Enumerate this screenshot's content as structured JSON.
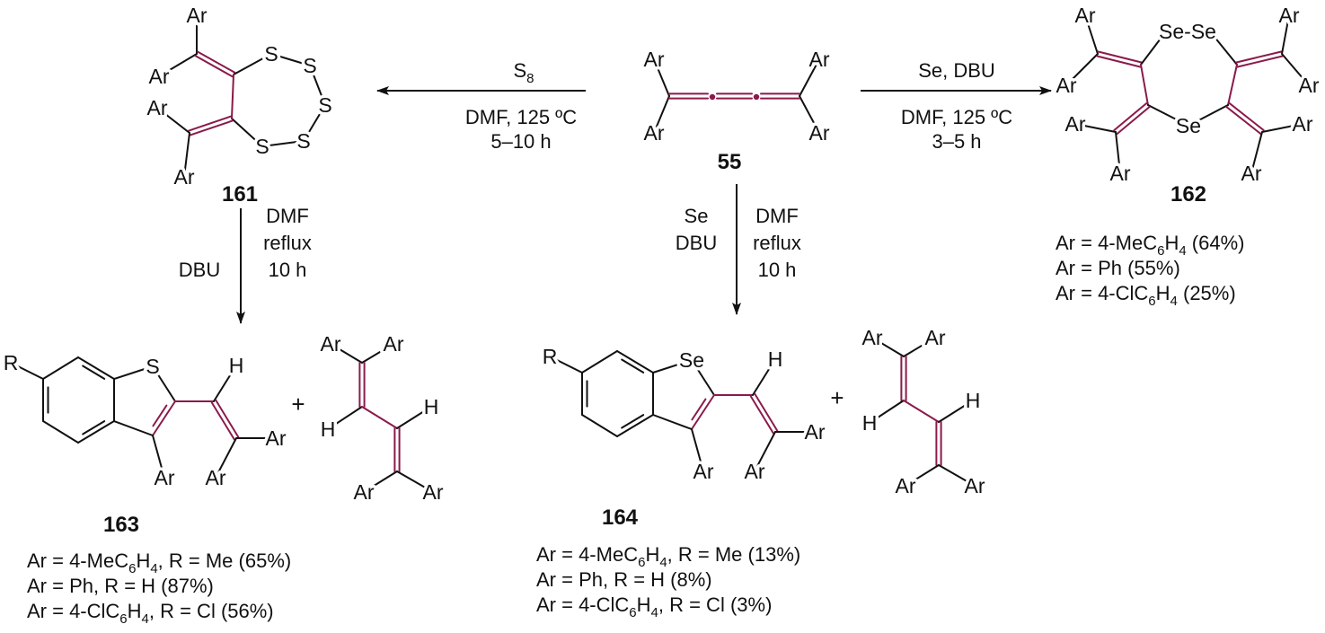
{
  "atoms": {
    "ar": "Ar",
    "s": "S",
    "se": "Se",
    "h": "H",
    "r": "R",
    "se_se": "Se-Se"
  },
  "colors": {
    "highlight_bond": "#8a1a4a",
    "text": "#111111"
  },
  "plus_sign": "+",
  "compounds": {
    "c55": "55",
    "c161": "161",
    "c162": "162",
    "c163": "163",
    "c164": "164"
  },
  "reactions": {
    "to_161": {
      "reagent": "S8",
      "line2": "DMF, 125 ºC",
      "line3": "5–10 h"
    },
    "to_162": {
      "reagent": "Se, DBU",
      "line2": "DMF, 125 ºC",
      "line3": "3–5 h"
    },
    "to_163": {
      "left": "DBU",
      "right": [
        "DMF",
        "reflux",
        "10 h"
      ]
    },
    "to_164": {
      "left": [
        "Se",
        "DBU"
      ],
      "right": [
        "DMF",
        "reflux",
        "10 h"
      ]
    }
  },
  "yields": {
    "c162": [
      "Ar = 4-MeC6H4 (64%)",
      "Ar = Ph (55%)",
      "Ar = 4-ClC6H4 (25%)"
    ],
    "c163": [
      "Ar = 4-MeC6H4, R = Me (65%)",
      "Ar = Ph, R = H (87%)",
      "Ar = 4-ClC6H4, R = Cl (56%)"
    ],
    "c164": [
      "Ar = 4-MeC6H4, R = Me (13%)",
      "Ar = Ph, R = H (8%)",
      "Ar = 4-ClC6H4, R = Cl (3%)"
    ]
  }
}
